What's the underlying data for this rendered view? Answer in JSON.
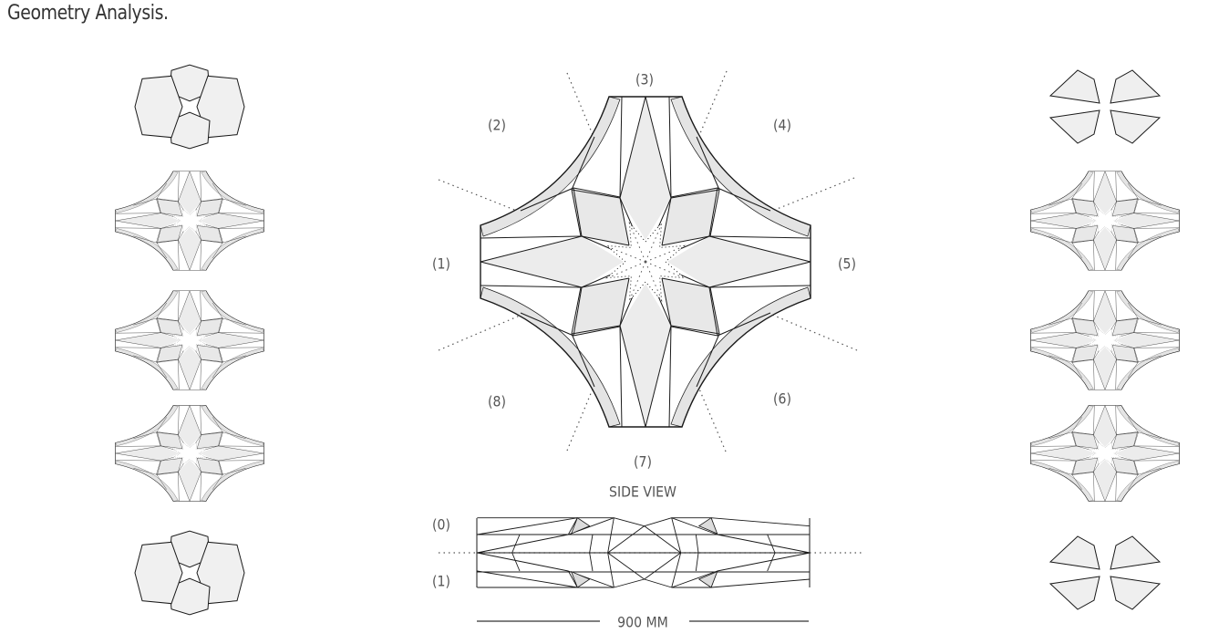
{
  "title": "Geometry Analysis.",
  "plan_labels": [
    "(1)",
    "(2)",
    "(3)",
    "(4)",
    "(5)",
    "(6)",
    "(7)",
    "(8)"
  ],
  "side_view": {
    "heading": "SIDE VIEW",
    "top_label": "(0)",
    "bottom_label": "(1)",
    "dimension": "900 MM"
  },
  "colors": {
    "line": "#1a1a1a",
    "fill": "#eeeeee",
    "dots": "#555555"
  }
}
